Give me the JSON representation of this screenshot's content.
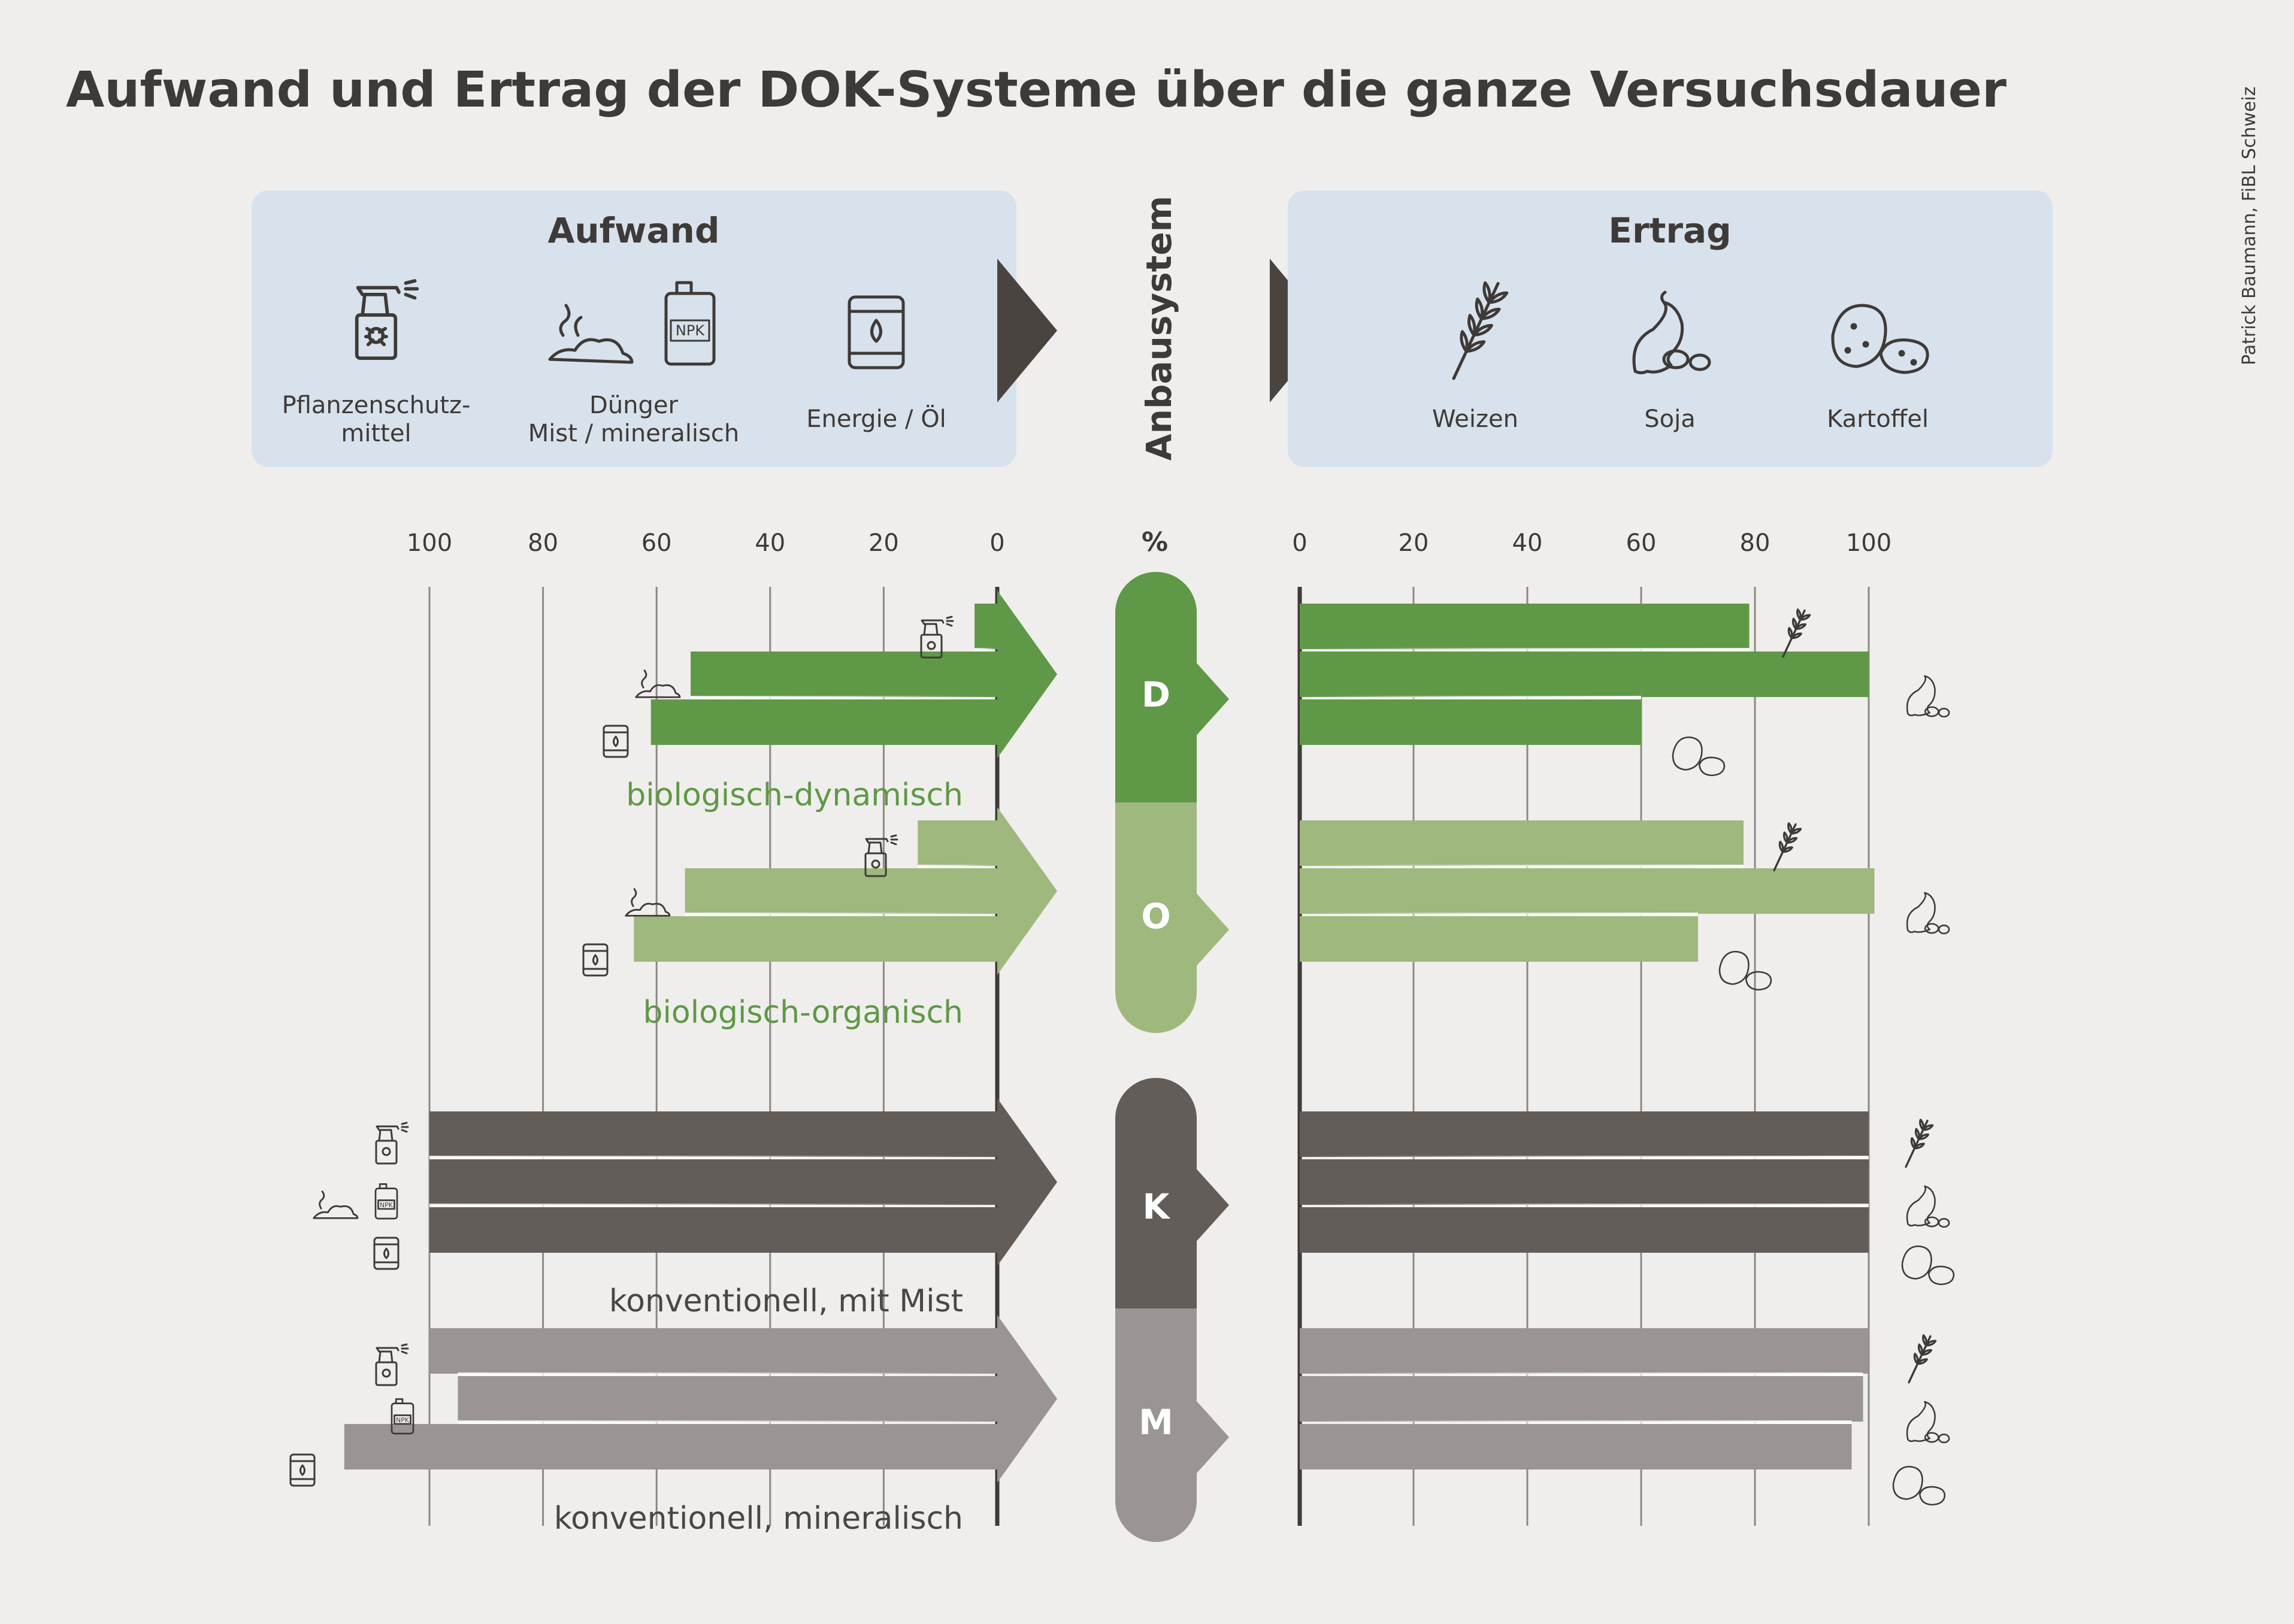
{
  "title": "Aufwand und Ertrag der DOK-Systeme über die ganze Versuchsdauer",
  "credit": "Patrick Baumann, FiBL Schweiz",
  "aufwand_box": {
    "heading": "Aufwand",
    "items": [
      {
        "label_line1": "Pflanzenschutz-",
        "label_line2": "mittel",
        "icon": "spray-bottle-icon"
      },
      {
        "label_line1": "Dünger",
        "label_line2": "Mist / mineralisch",
        "icon": "fertilizer-icon"
      },
      {
        "label_line1": "Energie / Öl",
        "label_line2": "",
        "icon": "oil-barrel-icon"
      }
    ]
  },
  "center_header": "Anbausystem",
  "ertrag_box": {
    "heading": "Ertrag",
    "items": [
      {
        "label": "Weizen",
        "icon": "wheat-icon"
      },
      {
        "label": "Soja",
        "icon": "soy-icon"
      },
      {
        "label": "Kartoffel",
        "icon": "potato-icon"
      }
    ]
  },
  "axis_unit": "%",
  "colors": {
    "background": "#efeeec",
    "box": "#d8e2ec",
    "text": "#3e3a37",
    "D": "#5f9846",
    "O": "#9fb87d",
    "K": "#625d59",
    "M": "#9a9592",
    "label_green": "#5f9846",
    "label_gray": "#4a4643"
  },
  "chart_data": {
    "type": "bar",
    "left_panel": {
      "name": "Aufwand",
      "xlim": [
        0,
        100
      ],
      "reversed": true,
      "ticks": [
        "100",
        "80",
        "60",
        "40",
        "20",
        "0"
      ],
      "categories": [
        "Pflanzenschutzmittel",
        "Dünger",
        "Energie / Öl"
      ]
    },
    "right_panel": {
      "name": "Ertrag",
      "xlim": [
        0,
        100
      ],
      "ticks": [
        "0",
        "20",
        "40",
        "60",
        "80",
        "100"
      ],
      "categories": [
        "Weizen",
        "Soja",
        "Kartoffel"
      ]
    },
    "systems": [
      {
        "code": "D",
        "label": "biologisch-dynamisch",
        "color": "#5f9846",
        "aufwand": [
          4,
          54,
          61
        ],
        "ertrag": [
          79,
          100,
          60
        ]
      },
      {
        "code": "O",
        "label": "biologisch-organisch",
        "color": "#9fb87d",
        "aufwand": [
          14,
          55,
          64
        ],
        "ertrag": [
          78,
          101,
          70
        ]
      },
      {
        "code": "K",
        "label": "konventionell, mit Mist",
        "color": "#625d59",
        "aufwand": [
          100,
          100,
          100
        ],
        "ertrag": [
          100,
          100,
          100
        ]
      },
      {
        "code": "M",
        "label": "konventionell, mineralisch",
        "color": "#9a9592",
        "aufwand": [
          100,
          95,
          115
        ],
        "ertrag": [
          100,
          99,
          97
        ]
      }
    ]
  }
}
